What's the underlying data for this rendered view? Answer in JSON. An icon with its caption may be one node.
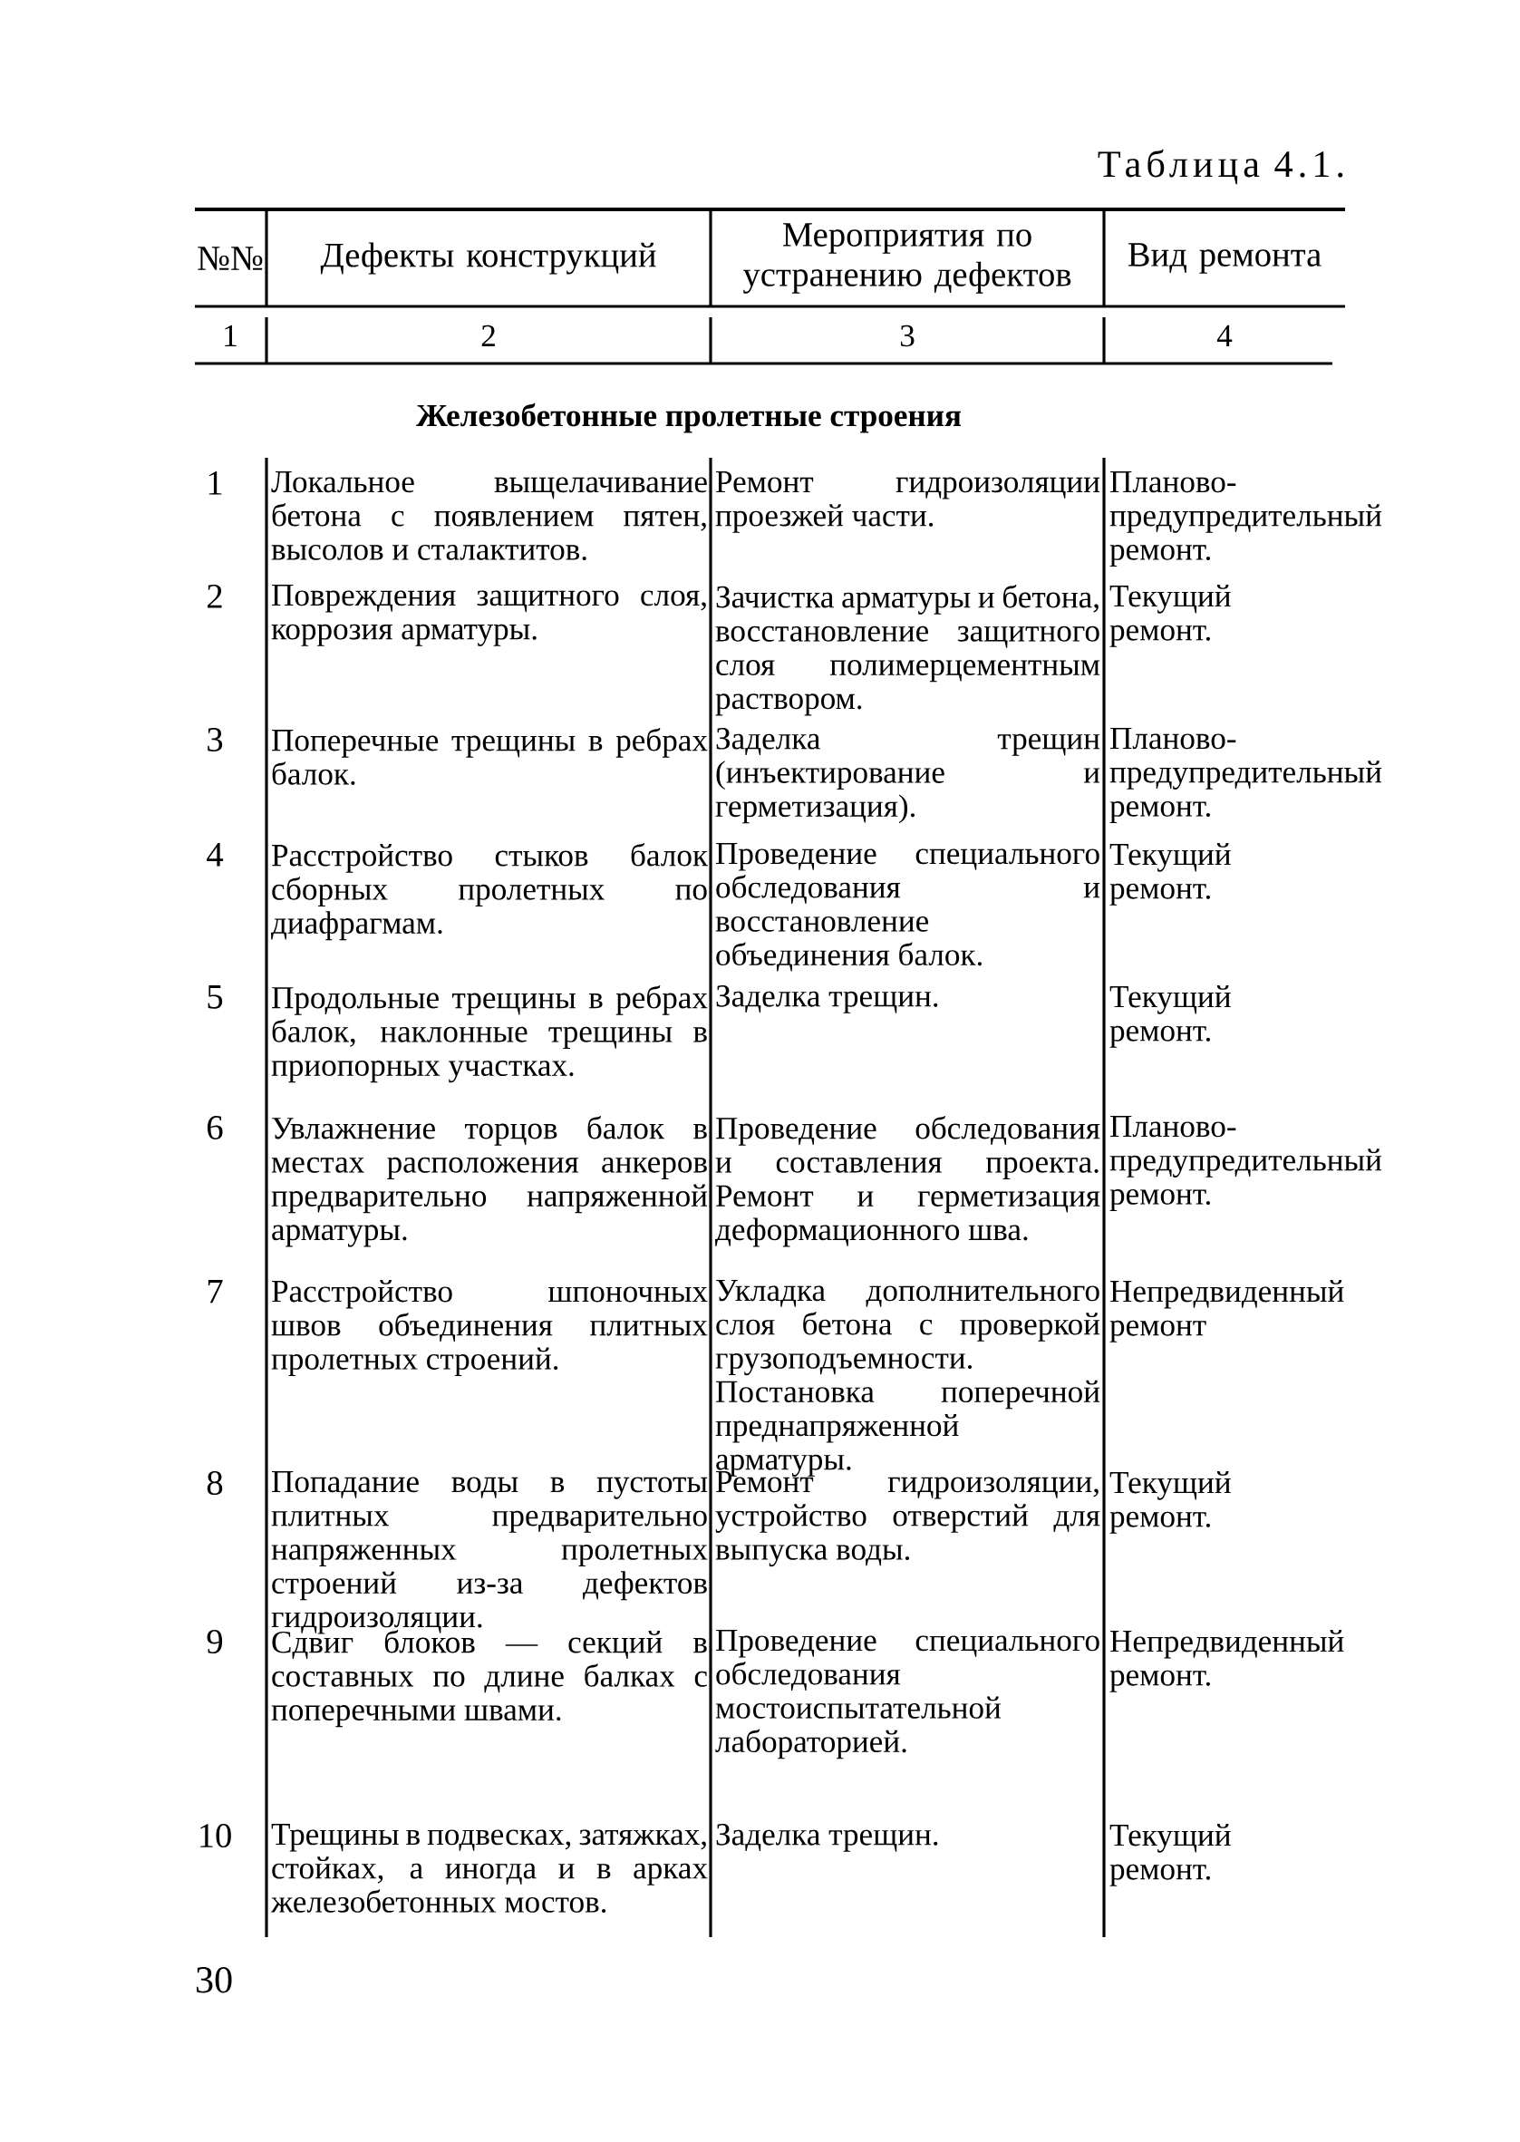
{
  "diagram": {
    "title": "Таблица 4.1.",
    "labels": [
      "№№",
      "Дефекты конструкций",
      "Мероприятия по устранению дефектов",
      "Вид ремонта",
      "1",
      "2",
      "3",
      "4",
      "Железобетонные пролетные строения",
      "1",
      "Локальное выщелачивание бетона с появлением пятен, высолов и сталактитов.",
      "Ремонт гидроизоляции проезжей части.",
      "Планово-предупредительный ремонт.",
      "2",
      "Повреждения защитного слоя, коррозия арматуры.",
      "Зачистка арматуры и бетона, восстановление защитного слоя полимерцементным раствором.",
      "Текущий ремонт.",
      "3",
      "Поперечные трещины в ребрах балок.",
      "Заделка трещин (инъектирование и герметизация).",
      "Планово-предупредительный ремонт.",
      "4",
      "Расстройство стыков балок сборных пролетных по диафрагмам.",
      "Проведение специального обследования и восстановление объединения балок.",
      "Текущий ремонт.",
      "5",
      "Продольные трещины в ребрах балок, наклонные трещины в приопорных участках.",
      "Заделка трещин.",
      "Текущий ремонт.",
      "6",
      "Увлажнение торцов балок в местах расположения анкеров предварительно напряженной арматуры.",
      "Проведение обследования и составления проекта. Ремонт и герметизация деформационного шва.",
      "Планово-предупредительный ремонт.",
      "7",
      "Расстройство шпоночных швов объединения плитных пролетных строений.",
      "Укладка дополнительного слоя бетона с проверкой грузоподъемности. Постановка поперечной преднапряженной арматуры.",
      "Непредвиденный ремонт",
      "8",
      "Попадание воды в пустоты плитных предварительно напряженных пролетных строений из-за дефектов гидроизоляции.",
      "Ремонт гидроизоляции, устройство отверстий для выпуска воды.",
      "Текущий ремонт.",
      "9",
      "Сдвиг блоков — секций в составных по длине балках с поперечными швами.",
      "Проведение специального обследования мостоиспытательной лабораторией.",
      "Непредвиденный ремонт.",
      "10",
      "Трещины в подвесках, затяжках, стойках, а иногда и в арках железобетонных мостов.",
      "Заделка трещин.",
      "Текущий ремонт.",
      "30"
    ]
  }
}
